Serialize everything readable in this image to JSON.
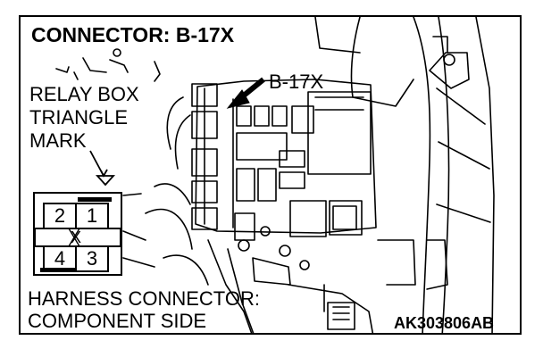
{
  "title": "CONNECTOR: B-17X",
  "callout_label": "B-17X",
  "relay_box_label": [
    "RELAY BOX",
    "TRIANGLE",
    "MARK"
  ],
  "harness_label": [
    "HARNESS CONNECTOR:",
    "COMPONENT SIDE"
  ],
  "diagram_code": "AK303806AB",
  "connector_pins": {
    "top_left": "2",
    "top_right": "1",
    "bottom_left": "4",
    "bottom_right": "3",
    "center": "X"
  }
}
